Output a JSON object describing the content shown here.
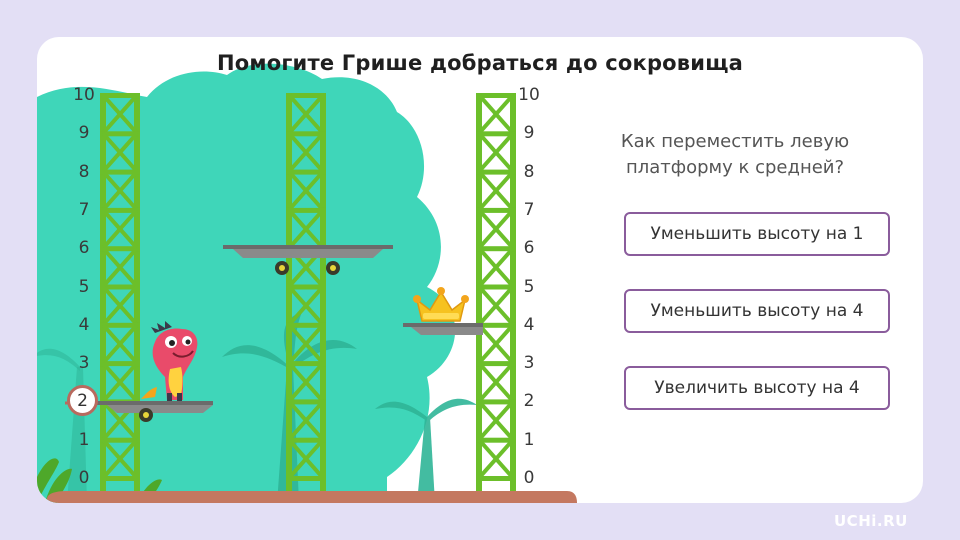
{
  "title": "Помогите Грише добраться до сокровища",
  "question": "Как переместить левую платформу к средней?",
  "answers": [
    "Уменьшить высоту на 1",
    "Уменьшить высоту на 4",
    "Увеличить высоту на 4"
  ],
  "scale": {
    "left_ticks": [
      "10",
      "9",
      "8",
      "7",
      "6",
      "5",
      "4",
      "3",
      "2",
      "1",
      "0"
    ],
    "right_ticks": [
      "10",
      "9",
      "8",
      "7",
      "6",
      "5",
      "4",
      "3",
      "2",
      "1",
      "0"
    ]
  },
  "platforms": {
    "left_level": "2",
    "middle_level": 6,
    "right_level": 4
  },
  "colors": {
    "tower": "#6cbf2a",
    "jungle": "#3fd6b9",
    "accent": "#8a5c9c",
    "ground": "#c47860"
  },
  "logo": "UCHi.RU"
}
